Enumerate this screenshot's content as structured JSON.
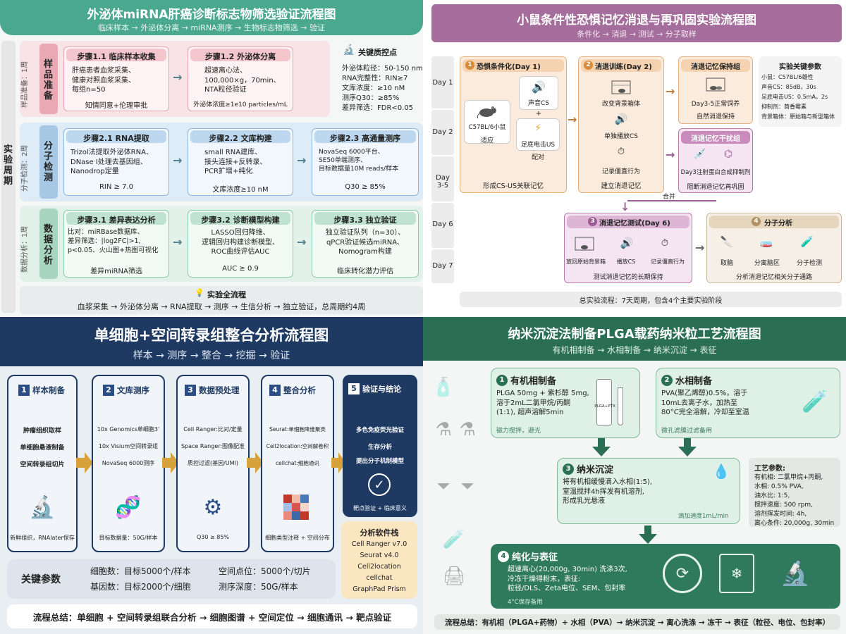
{
  "q1": {
    "title": "外泌体miRNA肝癌诊断标志物筛选验证流程图",
    "subtitle": "临床样本 → 外泌体分离 → miRNA测序 → 生物标志物筛选 → 验证",
    "period_label": "实验周期",
    "sections": [
      {
        "name": "样品准备",
        "time": "样品准备：1周",
        "steps": [
          {
            "title": "步骤1.1 临床样本收集",
            "body": "肝癌患者血浆采集、\n健康对照血浆采集、\n每组n=50",
            "foot": "知情同意+伦理审批"
          },
          {
            "title": "步骤1.2 外泌体分离",
            "body": "超速离心法、\n100,000×g，70min、\nNTA粒径验证",
            "foot": "外泌体浓度≥1e10 particles/mL"
          }
        ]
      },
      {
        "name": "分子检测",
        "time": "分子检测：2周",
        "steps": [
          {
            "title": "步骤2.1 RNA提取",
            "body": "Trizol法提取外泌体RNA、\nDNase I处理去基因组、\nNanodrop定量",
            "foot": "RIN ≥ 7.0"
          },
          {
            "title": "步骤2.2 文库构建",
            "body": "small RNA建库、\n接头连接+反转录、\nPCR扩增+纯化",
            "foot": "文库浓度≥10 nM"
          },
          {
            "title": "步骤2.3 高通量测序",
            "body": "NovaSeq 6000平台、\nSE50单端测序、\n目标数据量10M reads/样本",
            "foot": "Q30 ≥ 85%"
          }
        ]
      },
      {
        "name": "数据分析",
        "time": "数据分析：1周",
        "steps": [
          {
            "title": "步骤3.1 差异表达分析",
            "body": "比对：miRBase数据库、\n差异筛选：|log2FC|>1,\np<0.05、火山图+热图可视化",
            "foot": "差异miRNA筛选"
          },
          {
            "title": "步骤3.2 诊断模型构建",
            "body": "LASSO回归降维、\n逻辑回归构建诊断模型、\nROC曲线评估AUC",
            "foot": "AUC ≥ 0.9"
          },
          {
            "title": "步骤3.3 独立验证",
            "body": "独立验证队列（n=30）、\nqPCR验证候选miRNA、\nNomogram构建",
            "foot": "临床转化潜力评估"
          }
        ]
      }
    ],
    "qc_title": "关键质控点",
    "qc_items": [
      "外泌体粒径：50-150 nm",
      "RNA完整性：RIN≥7",
      "文库浓度：≥10 nM",
      "测序Q30：≥85%",
      "差异筛选：FDR<0.05"
    ],
    "summary_title": "实验全流程",
    "summary": "血浆采集 → 外泌体分离 → RNA提取 → 测序 → 生信分析 → 独立验证，总周期约4周"
  },
  "q2": {
    "title": "小鼠条件性恐惧记忆消退与再巩固实验流程图",
    "subtitle": "条件化 → 消退 → 测试 → 分子取样",
    "days": [
      "Day 1",
      "Day 2",
      "Day 3-5",
      "Day 6",
      "Day 7"
    ],
    "stage1": {
      "num": "1",
      "title": "恐惧条件化(Day 1)",
      "mouse": "C57BL/6小鼠",
      "adapt": "适应",
      "cs": "声音CS",
      "plus": "+",
      "us": "足底电击US",
      "pair": "配对",
      "foot": "形成CS-US关联记忆"
    },
    "stage2": {
      "num": "2",
      "title": "消退训练(Day 2)",
      "items": [
        "改变背景箱体",
        "单独播放CS",
        "记录僵直行为"
      ],
      "foot": "建立消退记忆"
    },
    "maintain": {
      "title": "消退记忆保持组",
      "body": "Day3-5正常饲养",
      "foot": "自然消退保持"
    },
    "interfere": {
      "title": "消退记忆干扰组",
      "body": "Day3注射蛋白合成抑制剂",
      "foot": "阻断消退记忆再巩固"
    },
    "merge": "合并",
    "stage3": {
      "num": "3",
      "title": "消退记忆测试(Day 6)",
      "items": [
        "放回原始背景箱",
        "播放CS",
        "记录僵直行为"
      ],
      "foot": "测试消退记忆的长期保持"
    },
    "stage4": {
      "num": "4",
      "title": "分子分析",
      "items": [
        "取脑",
        "分离脑区",
        "分子检测"
      ],
      "foot": "分析消退记忆相关分子通路"
    },
    "params_title": "实验关键参数",
    "params": [
      "小鼠：C57BL/6雄性",
      "声音CS：85dB，30s",
      "足底电击US：0.5mA，2s",
      "抑制剂：茴香霉素",
      "背景箱体：原始箱与新型箱体"
    ],
    "summary": "总实验流程：7天周期，包含4个主要实验阶段"
  },
  "q3": {
    "title": "单细胞+空间转录组整合分析流程图",
    "subtitle": "样本 → 测序 → 整合 → 挖掘 → 验证",
    "cols": [
      {
        "num": "1",
        "title": "样本制备",
        "items": [
          "肿瘤组织取样",
          "单细胞悬液制备",
          "空间转录组切片"
        ],
        "foot": "新鲜组织，RNAlater保存"
      },
      {
        "num": "2",
        "title": "文库测序",
        "items": [
          "10x Genomics单细胞3'",
          "10x Visium空间转录组",
          "NovaSeq 6000测序"
        ],
        "foot": "目标数据量：50G/样本"
      },
      {
        "num": "3",
        "title": "数据预处理",
        "items": [
          "Cell Ranger:比对/定量",
          "Space Ranger:图像配准",
          "质控过滤(基因/UMI)"
        ],
        "foot": "Q30 ≥ 85%"
      },
      {
        "num": "4",
        "title": "整合分析",
        "items": [
          "Seurat:单细胞降维聚类",
          "Cell2location:空间解卷积",
          "cellchat:细胞通讯"
        ],
        "foot": "细胞类型注释 + 空间分布"
      },
      {
        "num": "5",
        "title": "验证与结论",
        "items": [
          "多色免疫荧光验证",
          "生存分析",
          "提出分子机制模型"
        ],
        "foot": "靶点验证 + 临床意义"
      }
    ],
    "software_title": "分析软件栈",
    "software": [
      "Cell Ranger v7.0",
      "Seurat v4.0",
      "Cell2location",
      "cellchat",
      "GraphPad Prism"
    ],
    "params_title": "关键参数",
    "params": [
      "细胞数：目标5000个/样本",
      "空间点位：5000个/切片",
      "基因数：目标2000个/细胞",
      "测序深度：50G/样本"
    ],
    "summary": "流程总结：单细胞 + 空间转录组联合分析 → 细胞图谱 + 空间定位 → 细胞通讯 → 靶点验证"
  },
  "q4": {
    "title": "纳米沉淀法制备PLGA载药纳米粒工艺流程图",
    "subtitle": "有机相制备 → 水相制备 → 纳米沉淀 → 表征",
    "s1": {
      "num": "1",
      "title": "有机相制备",
      "body": "PLGA 50mg + 紫杉醇 5mg,\n溶于2mL二氯甲烷/丙酮\n(1:1), 超声溶解5min",
      "foot": "磁力搅拌，避光",
      "vial": "PLGA+PTX"
    },
    "s2": {
      "num": "2",
      "title": "水相制备",
      "body": "PVA(聚乙烯醇)0.5%，溶于\n10mL去离子水，加热至\n80°C完全溶解，冷却至室温",
      "foot": "微孔滤膜过滤备用"
    },
    "s3": {
      "num": "3",
      "title": "纳米沉淀",
      "body": "将有机相缓慢滴入水相(1:5),\n室温搅拌4h挥发有机溶剂,\n形成乳光悬液",
      "foot": "滴加速度1mL/min"
    },
    "s4": {
      "num": "4",
      "title": "纯化与表征",
      "body": "超速离心(20,000g, 30min) 洗涤3次,\n冷冻干燥得粉末，表征:\n粒径/DLS、Zeta电位、SEM、包封率",
      "foot": "4°C保存备用"
    },
    "params_title": "工艺参数:",
    "params": [
      "有机相: 二氯甲烷+丙酮,",
      "水相: 0.5% PVA,",
      "油水比: 1:5,",
      "搅拌速度: 500 rpm,",
      "溶剂挥发时间: 4h,",
      "离心条件: 20,000g, 30min"
    ],
    "summary": "流程总结：有机相（PLGA+药物）+ 水相（PVA）→ 纳米沉淀 → 离心洗涤 → 冻干 → 表征（粒径、电位、包封率）"
  },
  "colors": {
    "q1_header": "#4aa88e",
    "q2_header": "#9b5b93",
    "q3_header": "#1e3a63",
    "q4_header": "#2a6f55"
  }
}
